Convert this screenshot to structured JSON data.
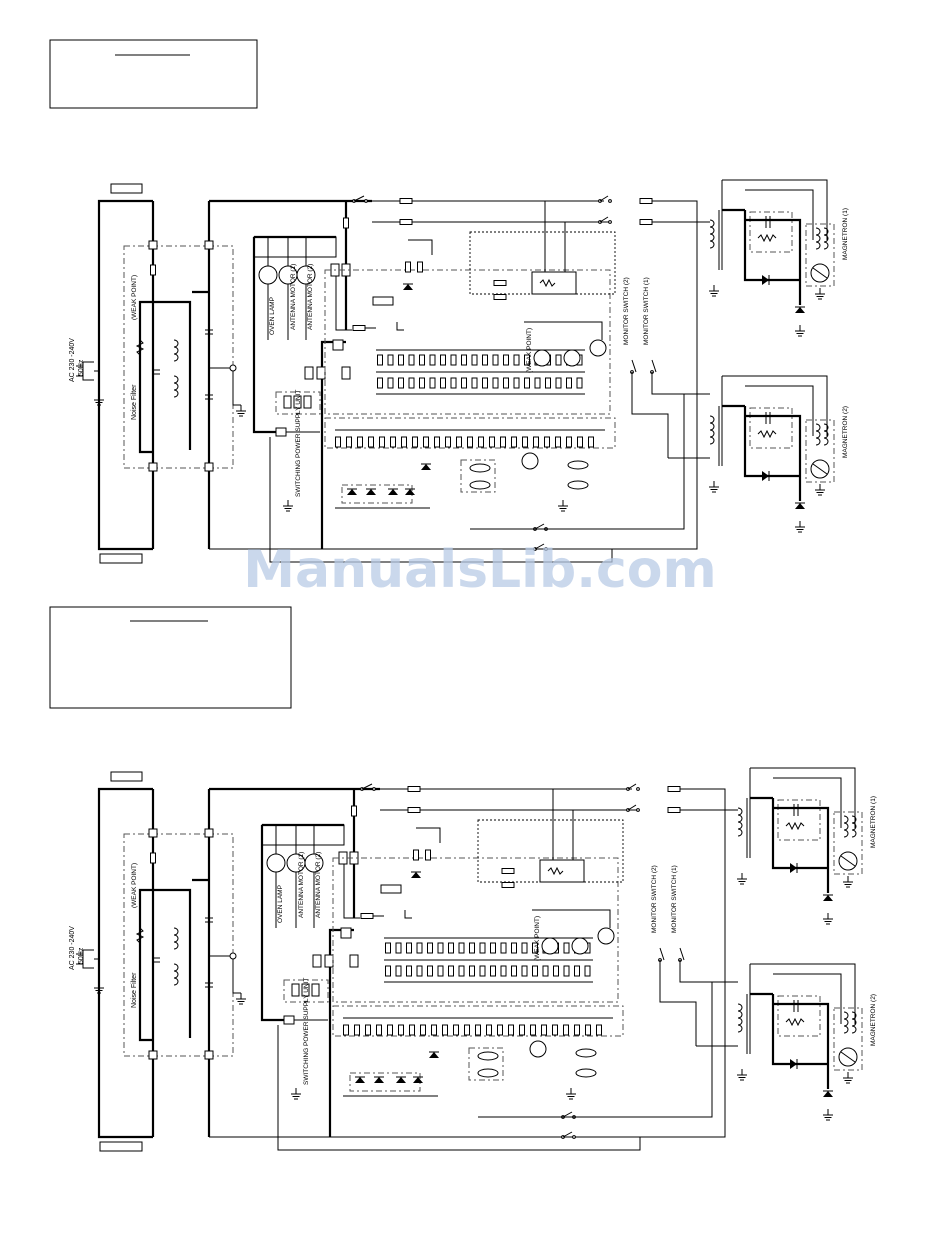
{
  "watermark": "ManualsLib.com",
  "diagrams": [
    {
      "supply_line1": "AC 230 -240V",
      "supply_line2": "50Hz",
      "weak_point": "(WEAK POINT)",
      "noise_filter": "Noise Filter",
      "oven_lamp": "OVEN LAMP",
      "antenna_motor_1": "ANTENNA MOTOR (1)",
      "antenna_motor_2": "ANTENNA MOTOR (2)",
      "switching_power_supply": "SWITCHING POWER SUPPLY UNIT",
      "monitor_switch_1": "MONITOR SWITCH (1)",
      "monitor_switch_2": "MONITOR SWITCH (2)",
      "magnetron_1": "MAGNETRON (1)",
      "magnetron_2": "MAGNETRON (2)",
      "weak_point_small": "(WEAK POINT)"
    },
    {
      "supply_line1": "AC 230 -240V",
      "supply_line2": "50Hz",
      "weak_point": "(WEAK POINT)",
      "noise_filter": "Noise Filter",
      "oven_lamp": "OVEN LAMP",
      "antenna_motor_1": "ANTENNA MOTOR (1)",
      "antenna_motor_2": "ANTENNA MOTOR (2)",
      "switching_power_supply": "SWITCHING POWER SUPPLY UNIT",
      "monitor_switch_1": "MONITOR SWITCH (1)",
      "monitor_switch_2": "MONITOR SWITCH (2)",
      "magnetron_1": "MAGNETRON (1)",
      "magnetron_2": "MAGNETRON (2)",
      "weak_point_small": "(WEAK POINT)"
    }
  ]
}
